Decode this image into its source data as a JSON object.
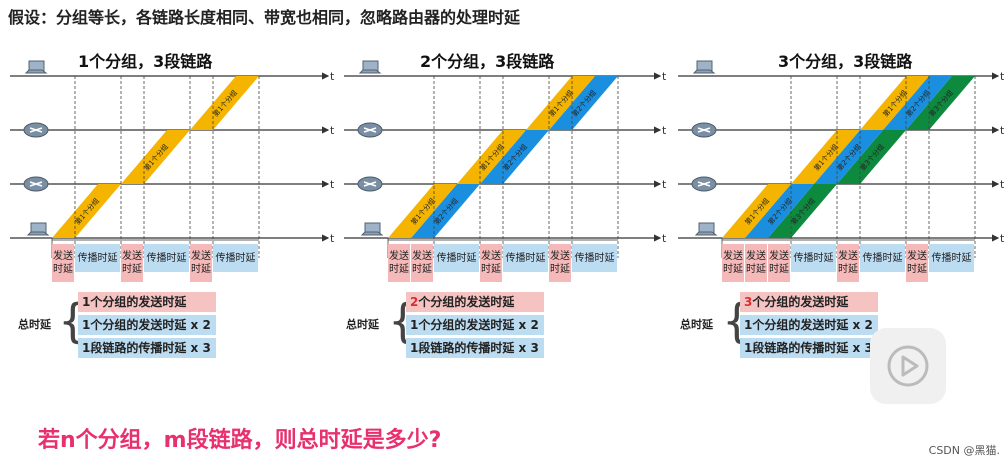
{
  "header": {
    "title": "假设：分组等长，各链路长度相同、带宽也相同，忽略路由器的处理时延"
  },
  "panels": [
    {
      "title": "1个分组，3段链路",
      "segments": [
        "发送\n时延",
        "传播时延",
        "发送\n时延",
        "传播时延",
        "发送\n时延",
        "传播时延"
      ],
      "totals": [
        {
          "prefix": "",
          "text": "1个分组的发送时延"
        },
        {
          "prefix": "",
          "text": "1个分组的发送时延 x 2"
        },
        {
          "prefix": "",
          "text": "1段链路的传播时延 x 3"
        }
      ],
      "packet_labels": [
        "第1个分组",
        "第1个分组",
        "第1个分组"
      ]
    },
    {
      "title": "2个分组，3段链路",
      "segments": [
        "发送\n时延",
        "发送\n时延",
        "传播时延",
        "发送\n时延",
        "传播时延",
        "发送\n时延",
        "传播时延"
      ],
      "totals": [
        {
          "prefix": "2",
          "text": "个分组的发送时延"
        },
        {
          "prefix": "",
          "text": "1个分组的发送时延 x 2"
        },
        {
          "prefix": "",
          "text": "1段链路的传播时延 x 3"
        }
      ],
      "packet_labels": [
        "第1个分组",
        "第2个分组"
      ]
    },
    {
      "title": "3个分组，3段链路",
      "segments": [
        "发送\n时延",
        "发送\n时延",
        "发送\n时延",
        "传播时延",
        "发送\n时延",
        "传播时延",
        "发送\n时延",
        "传播时延"
      ],
      "totals": [
        {
          "prefix": "3",
          "text": "个分组的发送时延"
        },
        {
          "prefix": "",
          "text": "1个分组的发送时延 x 2"
        },
        {
          "prefix": "",
          "text": "1段链路的传播时延 x 3"
        }
      ],
      "packet_labels": [
        "第1个分组",
        "第2个分组",
        "第3个分组"
      ]
    }
  ],
  "total_label": "总时延",
  "axis_label": "t",
  "question": "若n个分组，m段链路，则总时延是多少?",
  "watermark": "CSDN @黑猫.",
  "colors": {
    "packet1": "#f5b400",
    "packet2": "#1a8fe0",
    "packet3": "#0d8a3e",
    "send": "#f6b9b9",
    "prop": "#bcdcf2",
    "question": "#e8306e"
  }
}
